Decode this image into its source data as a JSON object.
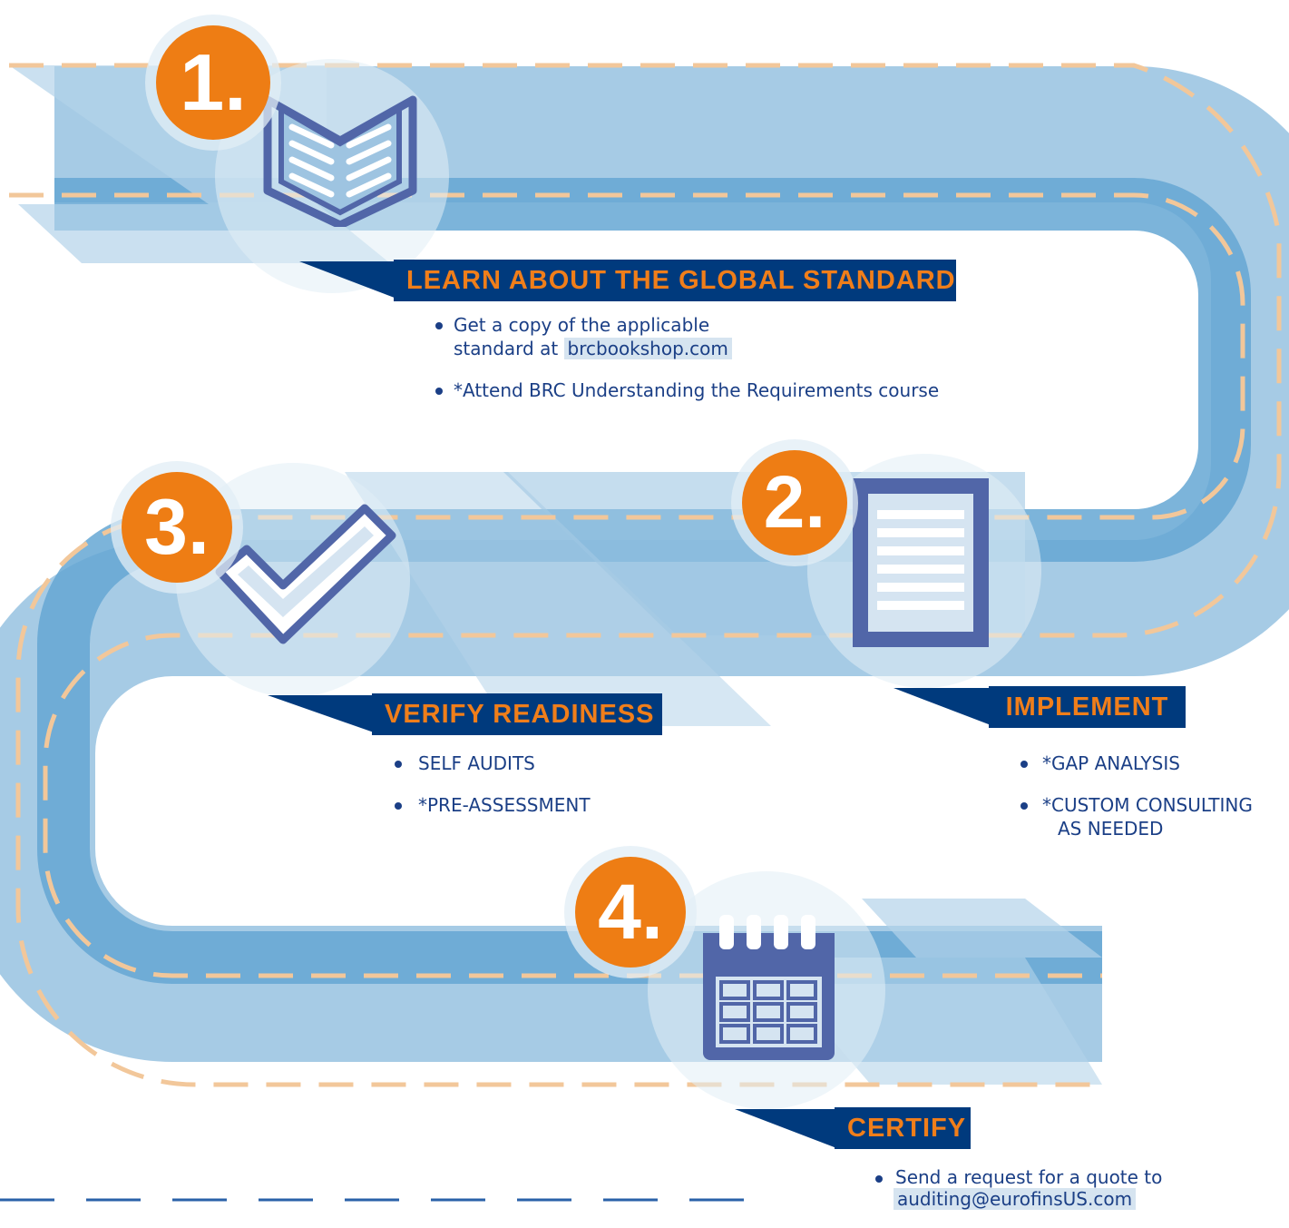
{
  "colors": {
    "road_light": "#9fc6e2",
    "road_mid": "#65a7d4",
    "dash": "#f2c79a",
    "ribbon_bg": "#003a7d",
    "ribbon_text": "#f07e1a",
    "badge": "#ee7d14",
    "icon": "#5166a8",
    "text": "#1b3f86"
  },
  "steps": [
    {
      "number": "1.",
      "title": "LEARN ABOUT THE GLOBAL STANDARD",
      "icon": "open-book-icon",
      "bullets": [
        {
          "text": "Get a copy of the applicable",
          "text2": "standard at ",
          "link": "brcbookshop.com"
        },
        {
          "text": "*Attend BRC Understanding the Requirements course"
        }
      ]
    },
    {
      "number": "2.",
      "title": "IMPLEMENT",
      "icon": "document-icon",
      "bullets": [
        {
          "text": "*GAP ANALYSIS"
        },
        {
          "text": "*CUSTOM CONSULTING",
          "text2": "AS NEEDED"
        }
      ]
    },
    {
      "number": "3.",
      "title": "VERIFY READINESS",
      "icon": "checkmark-icon",
      "bullets": [
        {
          "text": "SELF AUDITS"
        },
        {
          "text": "*PRE-ASSESSMENT"
        }
      ]
    },
    {
      "number": "4.",
      "title": "CERTIFY",
      "icon": "calendar-icon",
      "bullets": [
        {
          "text": "Send a request for a quote to",
          "link": "auditing@eurofinsUS.com"
        }
      ]
    }
  ]
}
